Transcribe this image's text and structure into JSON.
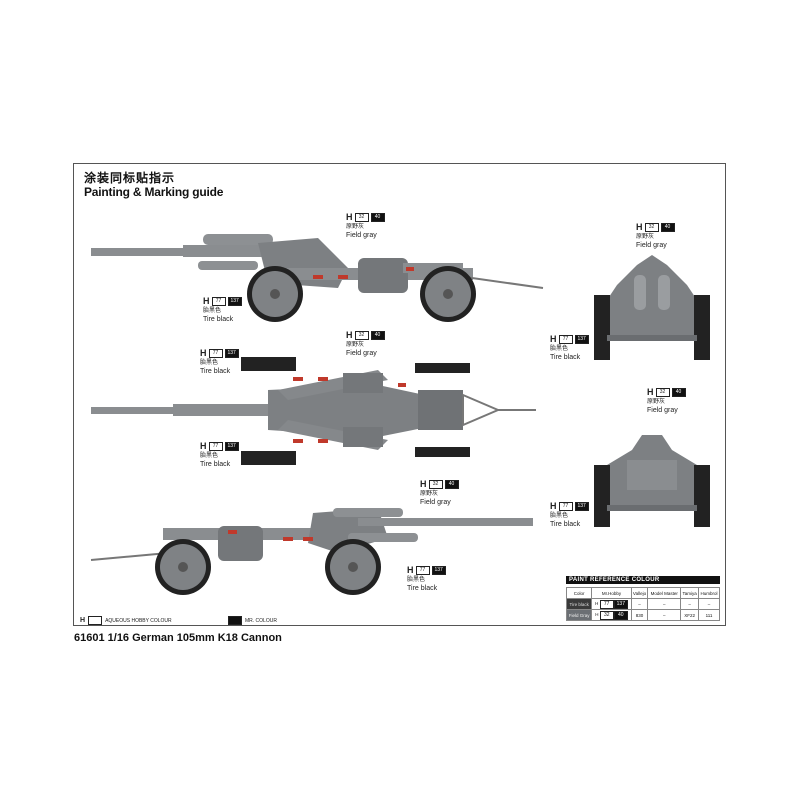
{
  "header": {
    "title_cn": "涂装同标贴指示",
    "title_en": "Painting & Marking guide"
  },
  "paints": {
    "field_gray": {
      "prefix": "H",
      "aqueous": "32",
      "mr": "40",
      "cn": "原野灰",
      "en": "Field gray",
      "color": "#6b6f74"
    },
    "tire_black": {
      "prefix": "H",
      "aqueous": "77",
      "mr": "137",
      "cn": "胎黑色",
      "en": "Tire black",
      "color": "#3a3a3a"
    }
  },
  "views": [
    {
      "name": "left-side-view"
    },
    {
      "name": "top-view"
    },
    {
      "name": "right-side-view"
    },
    {
      "name": "front-view"
    },
    {
      "name": "rear-view"
    }
  ],
  "legend": {
    "aqueous_prefix": "H",
    "aqueous_box": "",
    "aqueous_label": "AQUEOUS HOBBY COLOUR",
    "mr_box": "",
    "mr_label": "MR. COLOUR"
  },
  "paint_reference": {
    "title": "PAINT  REFERENCE COLOUR",
    "columns": [
      "Color",
      "Mr.Hobby",
      "Vallejo",
      "Model Master",
      "Tamiya",
      "Humbrol"
    ],
    "rows": [
      {
        "color_en": "Tire black",
        "color_cn": "胎黑色",
        "mr_prefix": "H",
        "mr_aqueous": "77",
        "mr_mr": "137",
        "vallejo": "–",
        "model_master": "–",
        "tamiya": "–",
        "humbrol": "–"
      },
      {
        "color_en": "Field Gray",
        "color_cn": "原野灰",
        "mr_prefix": "H",
        "mr_aqueous": "32",
        "mr_mr": "40",
        "vallejo": "830",
        "model_master": "–",
        "tamiya": "XF22",
        "humbrol": "111"
      }
    ]
  },
  "footer": {
    "product": "61601 1/16 German 105mm K18 Cannon"
  }
}
